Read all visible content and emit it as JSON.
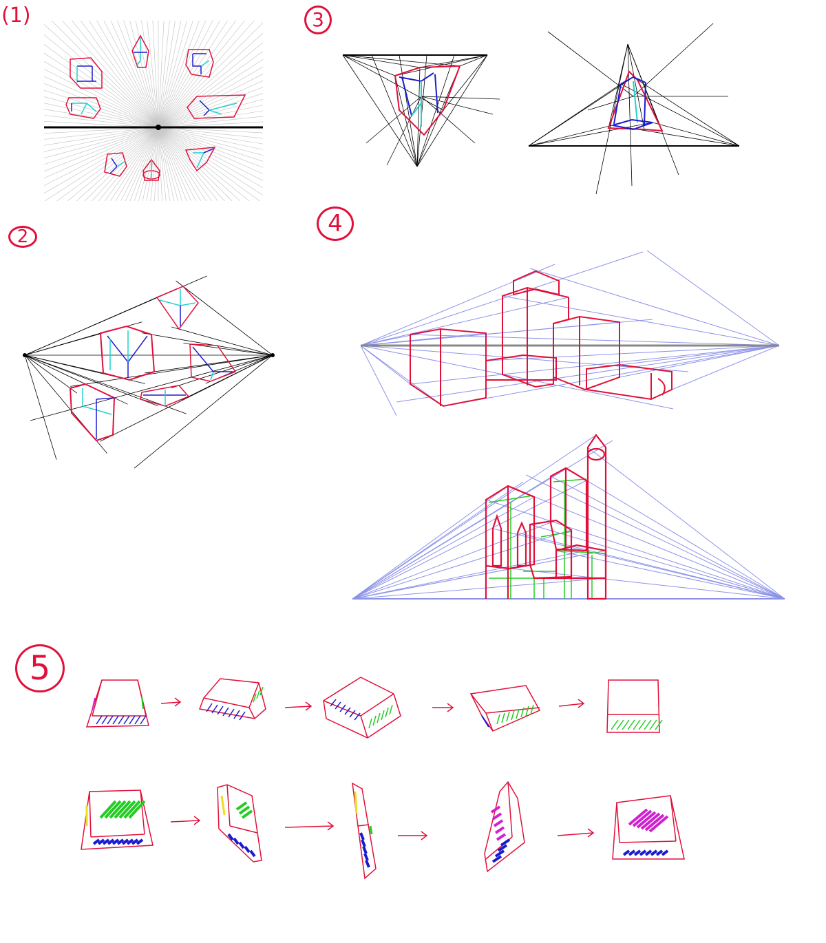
{
  "sections": [
    {
      "id": "1",
      "label": "1"
    },
    {
      "id": "2",
      "label": "2"
    },
    {
      "id": "3",
      "label": "3"
    },
    {
      "id": "4",
      "label": "4"
    },
    {
      "id": "5",
      "label": "5"
    }
  ],
  "colors": {
    "red": "#e0103a",
    "blue": "#1a1ad0",
    "cyan": "#20d0d0",
    "guide_blue": "#8c92e8",
    "green": "#22cc22",
    "yellow": "#e8e020",
    "magenta": "#d020d0",
    "gray": "#c8c8c8",
    "black": "#000000"
  }
}
